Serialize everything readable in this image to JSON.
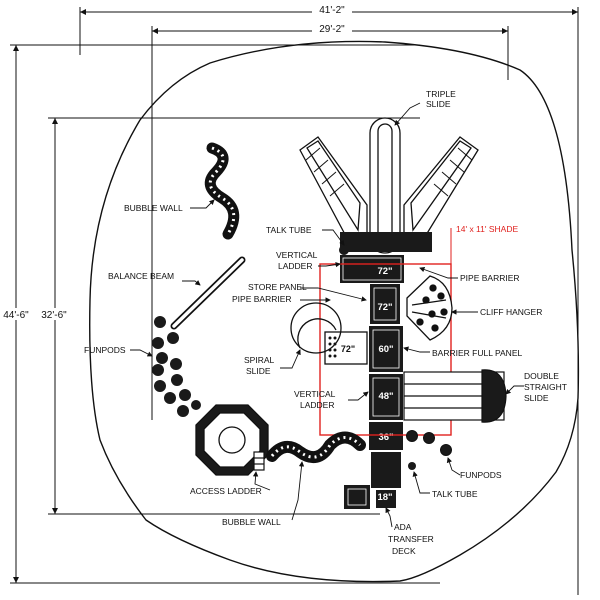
{
  "dimensions": {
    "top_outer": "41'-2\"",
    "top_inner": "29'-2\"",
    "left_outer": "44'-6\"",
    "left_inner": "32'-6\""
  },
  "labels": {
    "triple_slide": [
      "TRIPLE",
      "SLIDE"
    ],
    "bubble_wall_top": "BUBBLE WALL",
    "talk_tube_top": "TALK TUBE",
    "shade": "14' x 11' SHADE",
    "vertical_ladder_top": [
      "VERTICAL",
      "LADDER"
    ],
    "pipe_barrier_right": "PIPE BARRIER",
    "balance_beam": "BALANCE BEAM",
    "store_panel": "STORE PANEL",
    "pipe_barrier_left": "PIPE BARRIER",
    "cliff_hanger": "CLIFF HANGER",
    "funpods_left": "FUNPODS",
    "barrier_full_panel": "BARRIER FULL PANEL",
    "spiral_slide": [
      "SPIRAL",
      "SLIDE"
    ],
    "vertical_ladder_bottom": [
      "VERTICAL",
      "LADDER"
    ],
    "double_straight_slide": [
      "DOUBLE",
      "STRAIGHT",
      "SLIDE"
    ],
    "funpods_right": "FUNPODS",
    "access_ladder": "ACCESS LADDER",
    "talk_tube_bottom": "TALK TUBE",
    "bubble_wall_bottom": "BUBBLE WALL",
    "ada_transfer_deck": [
      "ADA",
      "TRANSFER",
      "DECK"
    ]
  },
  "decks": {
    "d72_top": "72\"",
    "d72_mid": "72\"",
    "d60": "60\"",
    "d72_side": "72\"",
    "d48": "48\"",
    "d36": "36\"",
    "d18": "18\""
  },
  "colors": {
    "line": "#111111",
    "shade": "#e0221f"
  }
}
